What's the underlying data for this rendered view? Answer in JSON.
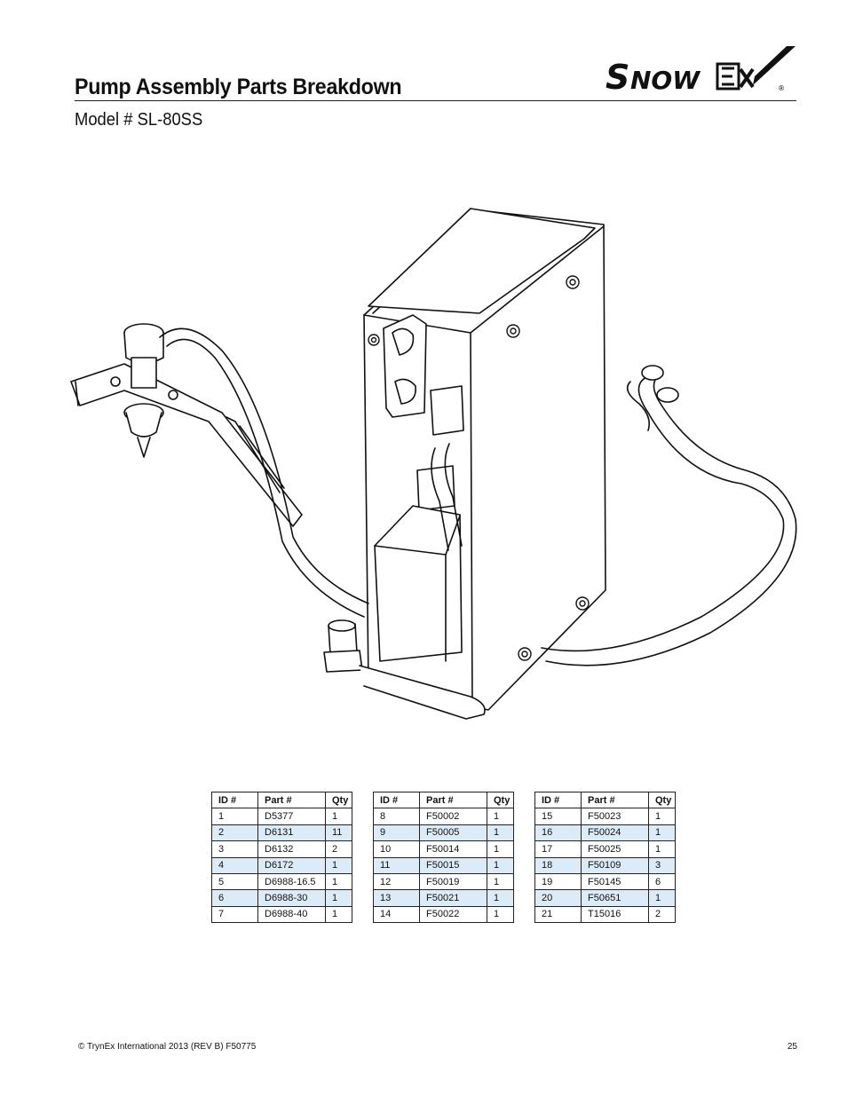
{
  "header": {
    "title": "Pump Assembly Parts Breakdown",
    "model": "Model # SL-80SS",
    "logo_text": "SnowEx"
  },
  "tables": [
    {
      "headers": [
        "ID #",
        "Part #",
        "Qty"
      ],
      "rows": [
        [
          "1",
          "D5377",
          "1"
        ],
        [
          "2",
          "D6131",
          "11"
        ],
        [
          "3",
          "D6132",
          "2"
        ],
        [
          "4",
          "D6172",
          "1"
        ],
        [
          "5",
          "D6988-16.5",
          "1"
        ],
        [
          "6",
          "D6988-30",
          "1"
        ],
        [
          "7",
          "D6988-40",
          "1"
        ]
      ]
    },
    {
      "headers": [
        "ID #",
        "Part #",
        "Qty"
      ],
      "rows": [
        [
          "8",
          "F50002",
          "1"
        ],
        [
          "9",
          "F50005",
          "1"
        ],
        [
          "10",
          "F50014",
          "1"
        ],
        [
          "11",
          "F50015",
          "1"
        ],
        [
          "12",
          "F50019",
          "1"
        ],
        [
          "13",
          "F50021",
          "1"
        ],
        [
          "14",
          "F50022",
          "1"
        ]
      ]
    },
    {
      "headers": [
        "ID #",
        "Part #",
        "Qty"
      ],
      "rows": [
        [
          "15",
          "F50023",
          "1"
        ],
        [
          "16",
          "F50024",
          "1"
        ],
        [
          "17",
          "F50025",
          "1"
        ],
        [
          "18",
          "F50109",
          "3"
        ],
        [
          "19",
          "F50145",
          "6"
        ],
        [
          "20",
          "F50651",
          "1"
        ],
        [
          "21",
          "T15016",
          "2"
        ]
      ]
    }
  ],
  "footer": {
    "copyright": "© TrynEx International 2013 (REV B) F50775",
    "page_number": "25"
  },
  "colors": {
    "row_shade": "#dcebf8",
    "ink": "#111111"
  }
}
